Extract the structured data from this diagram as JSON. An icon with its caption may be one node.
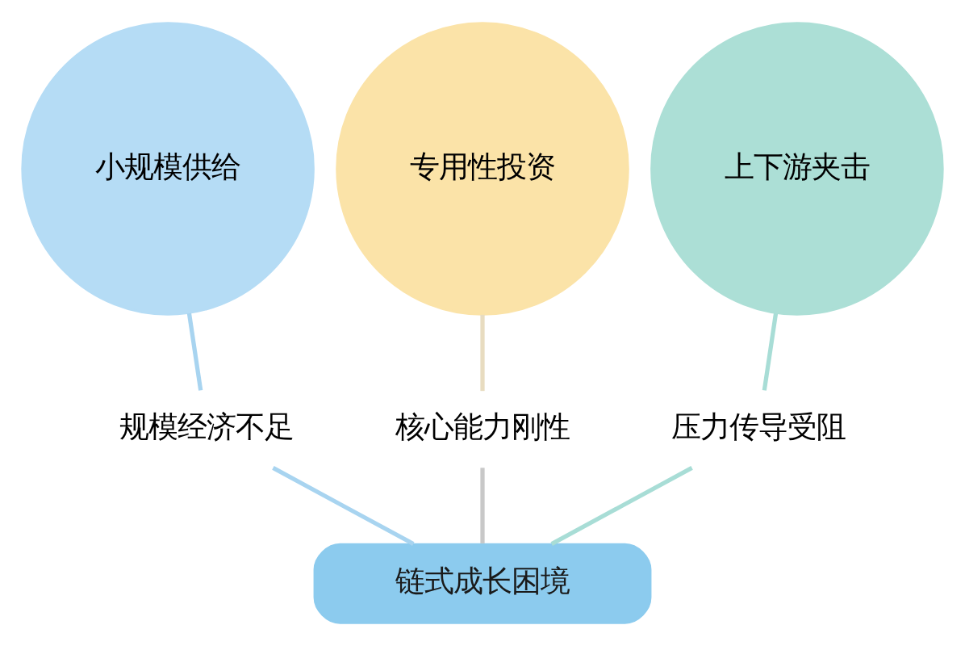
{
  "diagram": {
    "nodes": [
      {
        "text": [
          "小规模供给"
        ]
      },
      {
        "text": [
          "专用性投资"
        ]
      },
      {
        "text": [
          "上下游夹击"
        ]
      },
      {
        "text": [
          "规模经济不足"
        ]
      },
      {
        "text": [
          "核心能力刚性"
        ]
      },
      {
        "text": [
          "压力传导受阻"
        ]
      },
      {
        "text": [
          "链式成长困境"
        ]
      }
    ],
    "edges": [
      {
        "from": 0,
        "to": 3,
        "arrow": "none",
        "color": "#a8d4f0"
      },
      {
        "from": 1,
        "to": 4,
        "arrow": "none",
        "color": "#e8dcc0"
      },
      {
        "from": 2,
        "to": 5,
        "arrow": "none",
        "color": "#a8ddd6"
      },
      {
        "from": 3,
        "to": 6,
        "arrow": "none",
        "color": "#a8d4f0"
      },
      {
        "from": 4,
        "to": 6,
        "arrow": "none",
        "color": "#c8c8c8"
      },
      {
        "from": 5,
        "to": 6,
        "arrow": "none",
        "color": "#a8ddd6"
      }
    ]
  }
}
